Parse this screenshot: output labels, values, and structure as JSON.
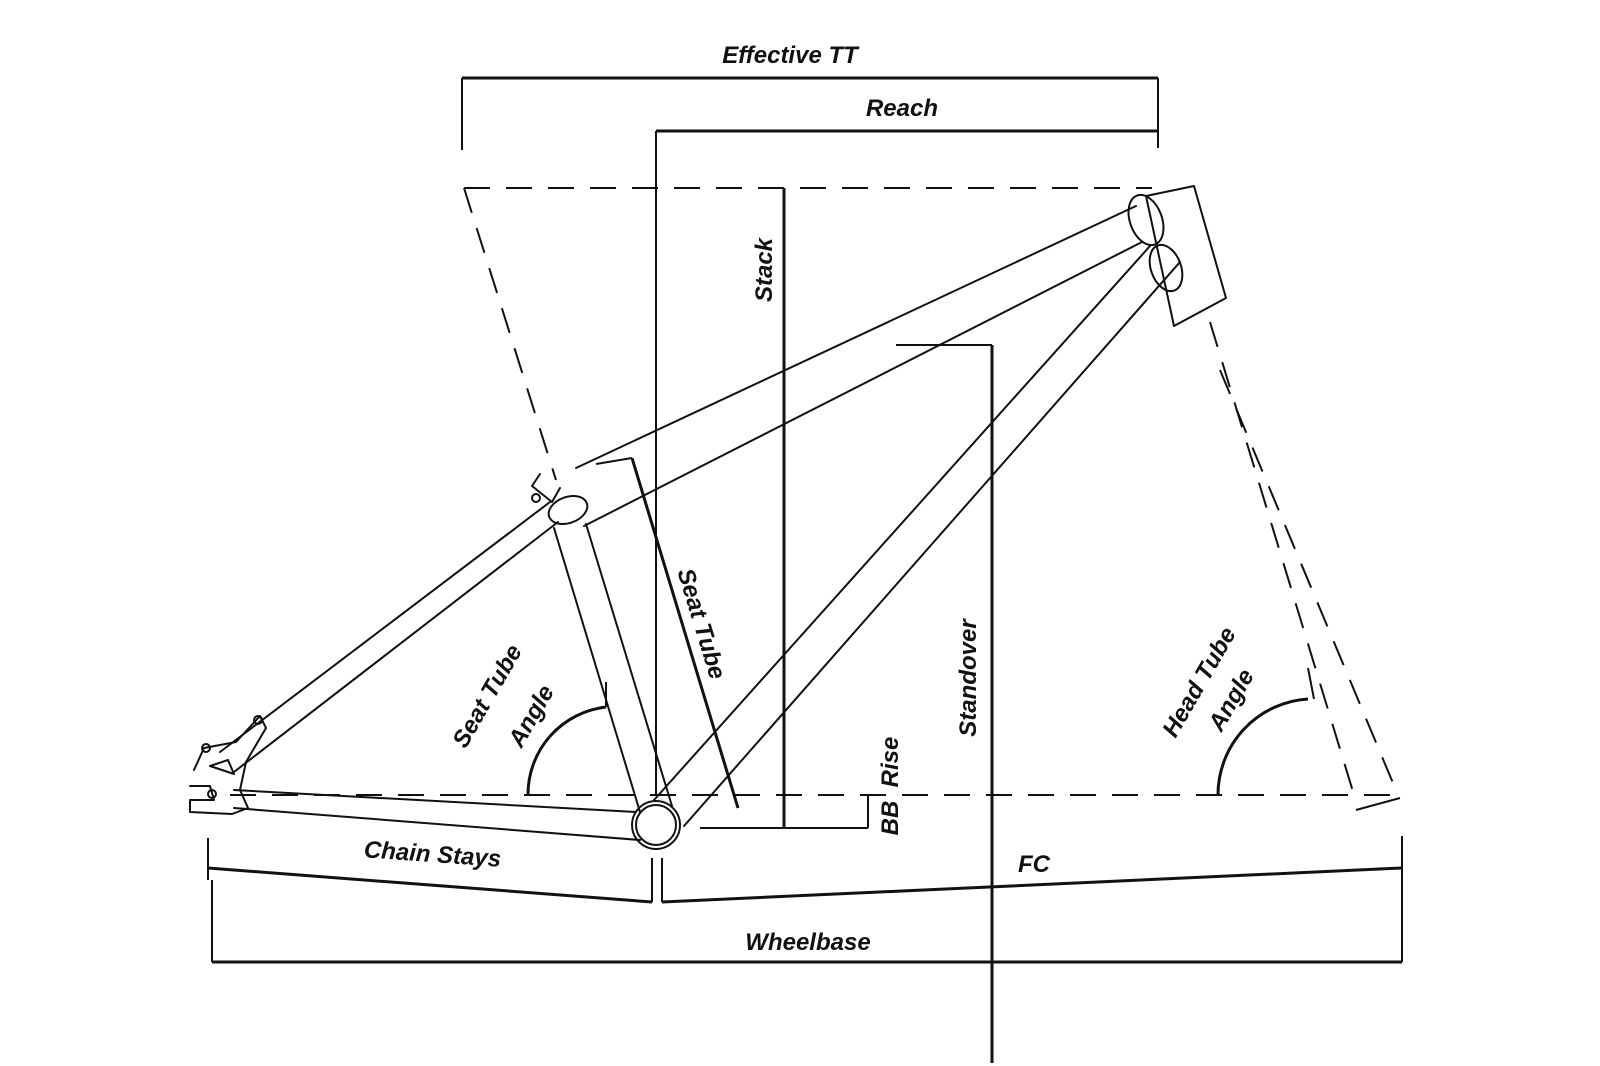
{
  "labels": {
    "effective_tt": "Effective TT",
    "reach": "Reach",
    "stack": "Stack",
    "seat_tube": "Seat Tube",
    "seat_tube_angle_line1": "Seat Tube",
    "seat_tube_angle_line2": "Angle",
    "standover": "Standover",
    "bb": "BB",
    "rise": "Rise",
    "head_tube_angle_line1": "Head Tube",
    "head_tube_angle_line2": "Angle",
    "chain_stays": "Chain Stays",
    "fc": "FC",
    "wheelbase": "Wheelbase"
  },
  "colors": {
    "line": "#111111",
    "background": "#ffffff"
  }
}
